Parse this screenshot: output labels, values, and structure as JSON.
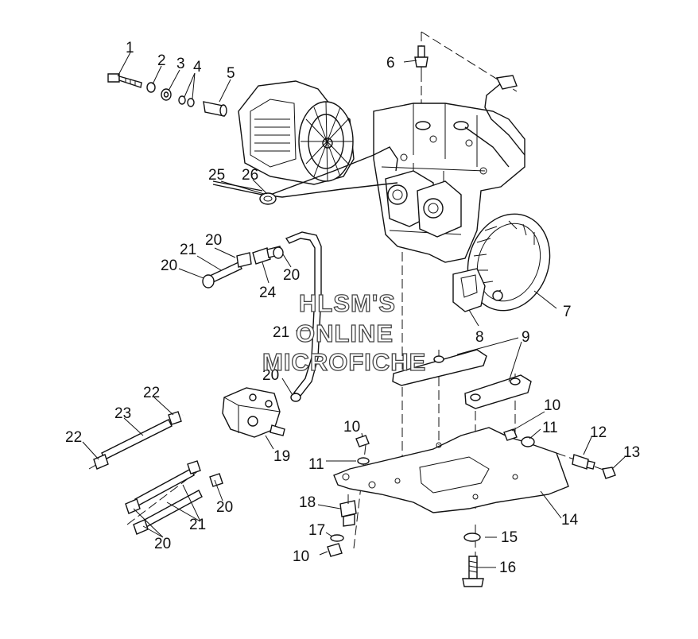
{
  "watermark": {
    "line1": "HLSM'S",
    "line2": "ONLINE",
    "line3": "MICROFICHE"
  },
  "callouts": [
    {
      "id": "c1",
      "text": "1"
    },
    {
      "id": "c2",
      "text": "2"
    },
    {
      "id": "c3",
      "text": "3"
    },
    {
      "id": "c4",
      "text": "4"
    },
    {
      "id": "c5",
      "text": "5"
    },
    {
      "id": "c6",
      "text": "6"
    },
    {
      "id": "c7",
      "text": "7"
    },
    {
      "id": "c8",
      "text": "8"
    },
    {
      "id": "c9",
      "text": "9"
    },
    {
      "id": "c10a",
      "text": "10"
    },
    {
      "id": "c10b",
      "text": "10"
    },
    {
      "id": "c10c",
      "text": "10"
    },
    {
      "id": "c11a",
      "text": "11"
    },
    {
      "id": "c11b",
      "text": "11"
    },
    {
      "id": "c12",
      "text": "12"
    },
    {
      "id": "c13",
      "text": "13"
    },
    {
      "id": "c14",
      "text": "14"
    },
    {
      "id": "c15",
      "text": "15"
    },
    {
      "id": "c16",
      "text": "16"
    },
    {
      "id": "c17",
      "text": "17"
    },
    {
      "id": "c18",
      "text": "18"
    },
    {
      "id": "c19",
      "text": "19"
    },
    {
      "id": "c20a",
      "text": "20"
    },
    {
      "id": "c20b",
      "text": "20"
    },
    {
      "id": "c20c",
      "text": "20"
    },
    {
      "id": "c20d",
      "text": "20"
    },
    {
      "id": "c20e",
      "text": "20"
    },
    {
      "id": "c20f",
      "text": "20"
    },
    {
      "id": "c21a",
      "text": "21"
    },
    {
      "id": "c21b",
      "text": "21"
    },
    {
      "id": "c21c",
      "text": "21"
    },
    {
      "id": "c22a",
      "text": "22"
    },
    {
      "id": "c22b",
      "text": "22"
    },
    {
      "id": "c23",
      "text": "23"
    },
    {
      "id": "c24",
      "text": "24"
    },
    {
      "id": "c25",
      "text": "25"
    },
    {
      "id": "c26",
      "text": "26"
    }
  ]
}
